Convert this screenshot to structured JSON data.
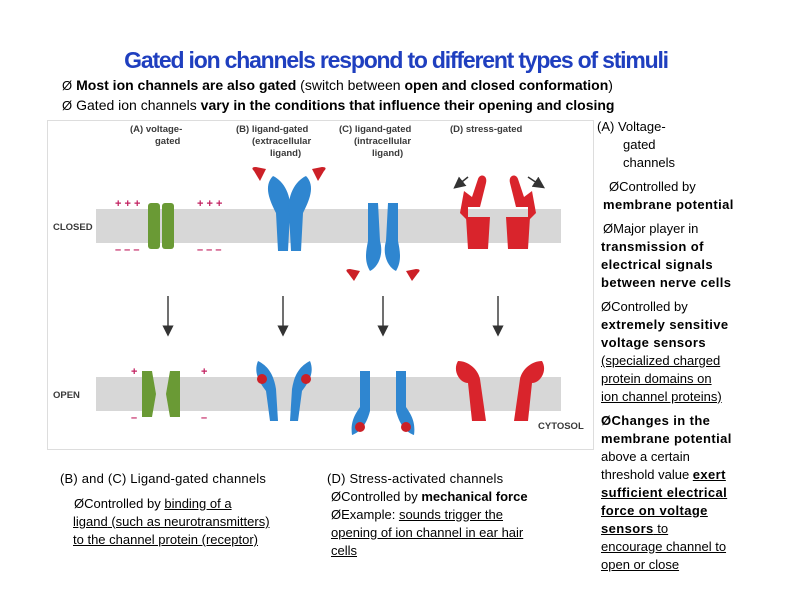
{
  "title": "Gated ion channels respond to different types of  stimuli",
  "bullets": {
    "b1": {
      "arrow": "Ø",
      "p1": "Most ion channels are also gated",
      "p2": " (switch between ",
      "p3": "open and closed conformation",
      "p4": ")"
    },
    "b2": {
      "arrow": "Ø",
      "p1": "Gated ion channels ",
      "p2": "vary in the conditions that influence their opening and closing"
    }
  },
  "diagram": {
    "col_a": [
      "(A) voltage-",
      "gated"
    ],
    "col_b": [
      "(B) ligand-gated",
      "(extracellular",
      "ligand)"
    ],
    "col_c": [
      "(C) ligand-gated",
      "(intracellular",
      "ligand)"
    ],
    "col_d": [
      "(D) stress-gated"
    ],
    "closed": "CLOSED",
    "open": "OPEN",
    "cytosol": "CYTOSOL",
    "plus3": "+ + +",
    "minus3": "– – –",
    "plus": "+",
    "minus": "–"
  },
  "side": {
    "heading_a": "(A)  Voltage-",
    "heading_b": "gated",
    "heading_c": "channels",
    "s1": {
      "arrow": "Ø",
      "t1": "Controlled by",
      "t2": "membrane potential"
    },
    "s2": {
      "arrow": "Ø",
      "t1": "Major player in",
      "t2": "transmission of",
      "t3": "electrical signals",
      "t4": "between nerve cells"
    },
    "s3": {
      "arrow": "Ø",
      "t1": "Controlled by",
      "t2": "extremely sensitive",
      "t3": "voltage sensors",
      "t4": "(specialized charged ",
      "t5": "protein domains on ",
      "t6": "ion channel proteins)"
    },
    "s4": {
      "arrow": "Ø",
      "t1": "Changes in the",
      "t2": "membrane potential",
      "t3": "above a certain",
      "t4": "threshold value ",
      "t5": "exert",
      "t6": "sufficient electrical ",
      "t7": "force on voltage ",
      "t8": "sensors",
      "t9": " to ",
      "t10": "encourage channel to ",
      "t11": "open or close"
    }
  },
  "ligand_box": {
    "heading": "(B) and (C) Ligand-gated channels",
    "arrow": "Ø",
    "t1": "Controlled by ",
    "t2": "binding of a ",
    "t3": "ligand",
    "t4": " (such as neurotransmitters) ",
    "t5": "to the channel protein (receptor)"
  },
  "stress_box": {
    "heading": "(D) Stress-activated channels",
    "arrow1": "Ø",
    "t1": "Controlled by ",
    "t2": "mechanical force",
    "arrow2": "Ø",
    "t3": "Example: ",
    "t4": "sounds trigger the ",
    "t5": "opening of ion channel in ear hair ",
    "t6": "cells"
  },
  "colors": {
    "title": "#1f3fbf",
    "voltage_green": "#6a9a35",
    "ligand_blue": "#2f86d0",
    "stress_red": "#d9242c",
    "ligand_red": "#cc2027",
    "membrane": "#d7d7d7"
  }
}
